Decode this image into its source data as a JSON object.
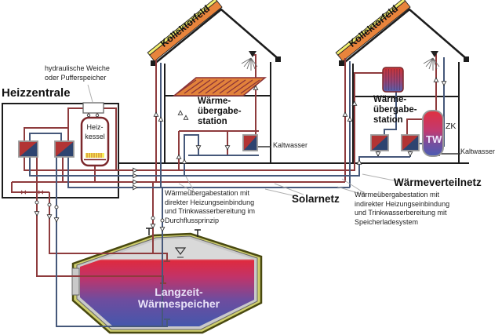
{
  "colors": {
    "pipe_red": "#8e3b3d",
    "pipe_blue": "#46587a",
    "collector_orange": "#e8843c",
    "collector_yellow": "#f2ee6e",
    "structure": "#1c1c1c",
    "boiler_border": "#7b272b",
    "tank_hot": "#df2a3e",
    "tank_cold": "#4457ac"
  },
  "heizzentrale": {
    "title": "Heizzentrale",
    "callout": [
      "hydraulische Weiche",
      "oder Pufferspeicher"
    ],
    "boiler": [
      "Heiz-",
      "kessel"
    ]
  },
  "house1": {
    "collector": "Kollektorfeld",
    "station": [
      "Wärme-",
      "übergabe-",
      "station"
    ],
    "cold_water": "Kaltwasser"
  },
  "house2": {
    "collector": "Kollektorfeld",
    "station": [
      "Wärme-",
      "übergabe-",
      "station"
    ],
    "cold_water": "Kaltwasser",
    "dhw_tank": "TW",
    "circulation": "ZK"
  },
  "networks": {
    "solar": "Solarnetz",
    "district": "Wärmeverteilnetz"
  },
  "annotations": {
    "direct": {
      "lines": [
        "Wärmeübergabestation mit",
        "direkter Heizungseinbindung",
        "und Trinkwasserbereitung im",
        "Durchflussprinzip"
      ]
    },
    "indirect": {
      "lines": [
        "Wärmeübergabestation mit",
        "indirekter Heizungseinbindung",
        "und Trinkwasserbereitung mit",
        "Speicherladesystem"
      ]
    }
  },
  "storage": {
    "lines": [
      "Langzeit-",
      "Wärmespeicher"
    ]
  }
}
